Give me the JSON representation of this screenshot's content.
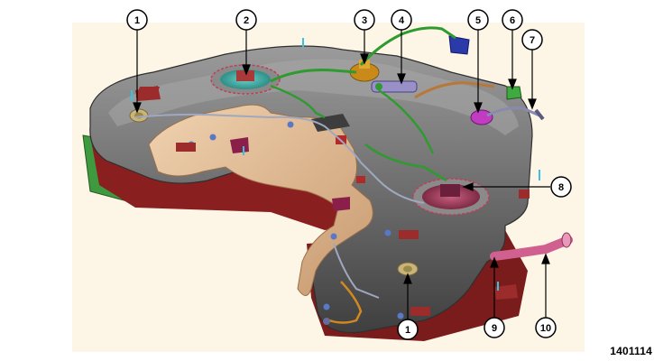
{
  "diagram": {
    "callouts": [
      {
        "id": "c1a",
        "label": "1"
      },
      {
        "id": "c2",
        "label": "2"
      },
      {
        "id": "c3",
        "label": "3"
      },
      {
        "id": "c4",
        "label": "4"
      },
      {
        "id": "c5",
        "label": "5"
      },
      {
        "id": "c6",
        "label": "6"
      },
      {
        "id": "c7",
        "label": "7"
      },
      {
        "id": "c8",
        "label": "8"
      },
      {
        "id": "c9",
        "label": "9"
      },
      {
        "id": "c10",
        "label": "10"
      },
      {
        "id": "c1b",
        "label": "1"
      }
    ],
    "figure_code": "1401114"
  },
  "colors": {
    "background_panel": "#fdf6e6",
    "tank": "#6d6d6d",
    "tank_shadow": "#8a1f1f",
    "heat_shield": "#d8b08a",
    "fuel_line_green": "#2f9a2f",
    "fill_pipe": "#d06090",
    "pump_module_teal": "#3aa9a0",
    "pump_module_red": "#a83a5a",
    "valve_orange": "#c98a1a",
    "vent_magenta": "#c23cc2"
  }
}
